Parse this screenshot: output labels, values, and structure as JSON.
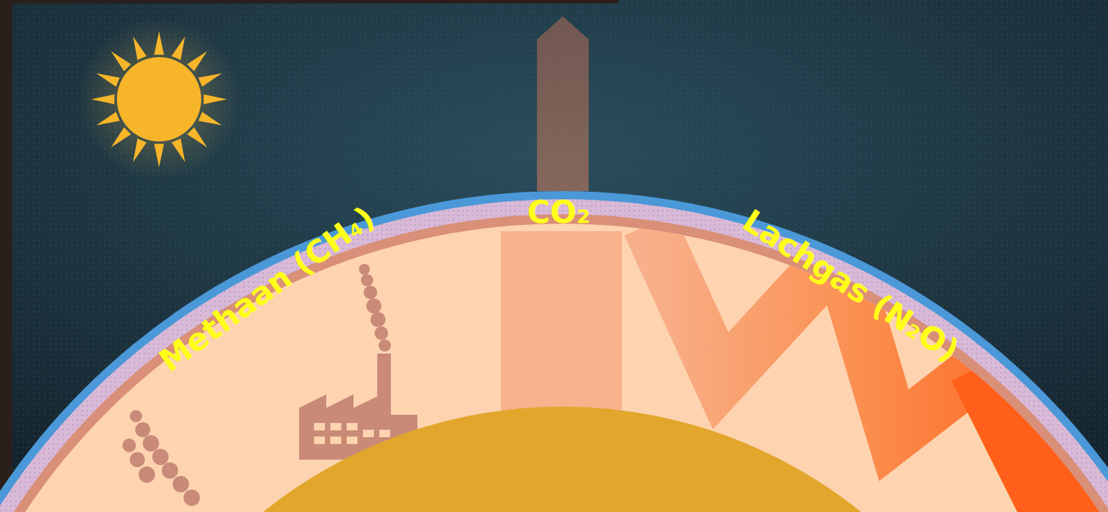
{
  "diagram": {
    "labels": [
      "Methaan (CH₄)",
      "CO₂",
      "Lachgas (N₂O)"
    ]
  }
}
